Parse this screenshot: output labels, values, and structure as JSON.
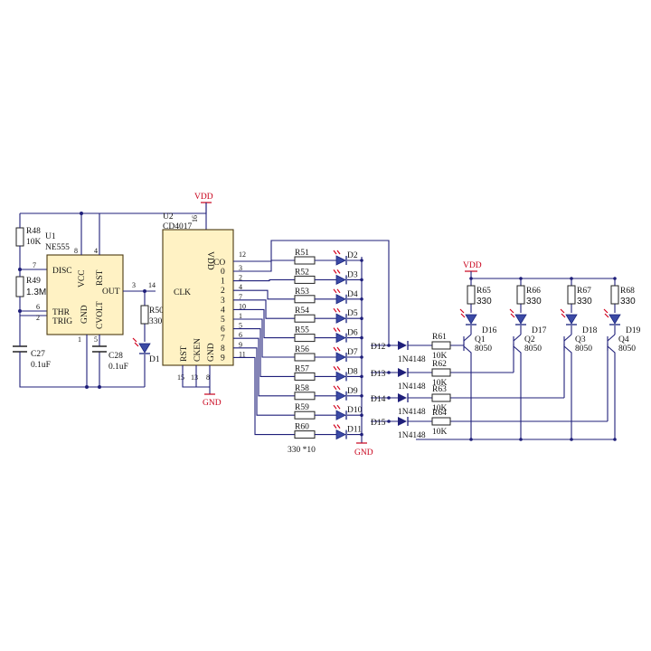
{
  "u1": {
    "ref": "U1",
    "part": "NE555",
    "pins": {
      "disc": "DISC",
      "vcc": "VCC",
      "rst": "RST",
      "out": "OUT",
      "thr": "THR",
      "trig": "TRIG",
      "gnd": "GND",
      "cvolt": "CVOLT"
    },
    "pin_numbers": {
      "disc": "7",
      "vcc": "8",
      "rst": "4",
      "out": "3",
      "thr": "6",
      "trig": "2",
      "gnd": "1",
      "cvolt": "5"
    }
  },
  "u2": {
    "ref": "U2",
    "part": "CD4017",
    "pins": {
      "vdd": "VDD",
      "clk": "CLK",
      "rst": "RST",
      "cken": "CKEN",
      "gnd": "GND",
      "co": "CO"
    },
    "pin_numbers": {
      "vdd": "16",
      "clk": "14",
      "rst": "15",
      "cken": "13",
      "gnd": "8",
      "co": "12"
    }
  },
  "outputs": [
    {
      "label": "0",
      "pin": "3"
    },
    {
      "label": "1",
      "pin": "2"
    },
    {
      "label": "2",
      "pin": "4"
    },
    {
      "label": "3",
      "pin": "7"
    },
    {
      "label": "4",
      "pin": "10"
    },
    {
      "label": "5",
      "pin": "1"
    },
    {
      "label": "6",
      "pin": "5"
    },
    {
      "label": "7",
      "pin": "6"
    },
    {
      "label": "8",
      "pin": "9"
    },
    {
      "label": "9",
      "pin": "11"
    }
  ],
  "r48": {
    "ref": "R48",
    "value": "10K"
  },
  "r49": {
    "ref": "R49",
    "value": "1.3M"
  },
  "c27": {
    "ref": "C27",
    "value": "0.1uF"
  },
  "c28": {
    "ref": "C28",
    "value": "0.1uF"
  },
  "r50": {
    "ref": "R50",
    "value": "330"
  },
  "d1": {
    "ref": "D1"
  },
  "vdd_label": "VDD",
  "gnd_label": "GND",
  "ladder": {
    "resistors": [
      "R51",
      "R52",
      "R53",
      "R54",
      "R55",
      "R56",
      "R57",
      "R58",
      "R59",
      "R60"
    ],
    "leds": [
      "D2",
      "D3",
      "D4",
      "D5",
      "D6",
      "D7",
      "D8",
      "D9",
      "D10",
      "D11"
    ],
    "value_note": "330 *10"
  },
  "diodes": [
    {
      "ref": "D12",
      "part": "1N4148"
    },
    {
      "ref": "D13",
      "part": "1N4148"
    },
    {
      "ref": "D14",
      "part": "1N4148"
    },
    {
      "ref": "D15",
      "part": "1N4148"
    }
  ],
  "base_resistors": [
    {
      "ref": "R61",
      "value": "10K"
    },
    {
      "ref": "R62",
      "value": "10K"
    },
    {
      "ref": "R63",
      "value": "10K"
    },
    {
      "ref": "R64",
      "value": "10K"
    }
  ],
  "transistors": [
    {
      "ref": "Q1",
      "part": "8050"
    },
    {
      "ref": "Q2",
      "part": "8050"
    },
    {
      "ref": "Q3",
      "part": "8050"
    },
    {
      "ref": "Q4",
      "part": "8050"
    }
  ],
  "top_resistors": [
    {
      "ref": "R65",
      "value": "330"
    },
    {
      "ref": "R66",
      "value": "330"
    },
    {
      "ref": "R67",
      "value": "330"
    },
    {
      "ref": "R68",
      "value": "330"
    }
  ],
  "top_leds": [
    "D16",
    "D17",
    "D18",
    "D19"
  ]
}
